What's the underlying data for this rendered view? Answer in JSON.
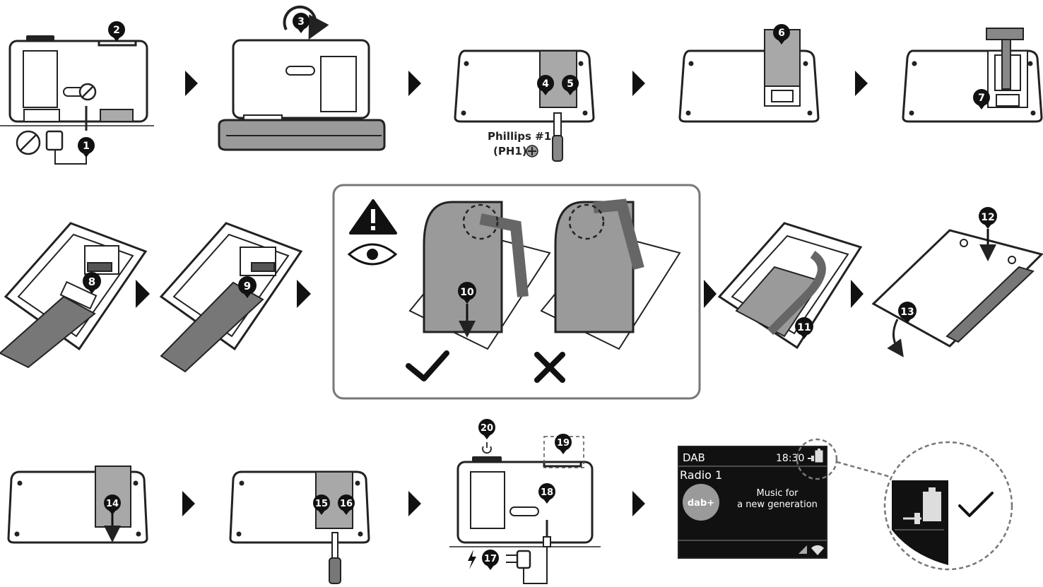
{
  "tool": {
    "name": "Phillips #1",
    "code": "(PH1)"
  },
  "steps": [
    "1",
    "2",
    "3",
    "4",
    "5",
    "6",
    "7",
    "8",
    "9",
    "10",
    "11",
    "12",
    "13",
    "14",
    "15",
    "16",
    "17",
    "18",
    "19",
    "20"
  ],
  "screen": {
    "source": "DAB",
    "time": "18:30",
    "station": "Radio 1",
    "text_line1": "Music for",
    "text_line2": "a new generation",
    "logo": "dab+"
  },
  "icons": {
    "warning": "warning-icon",
    "eye": "eye-icon",
    "check": "check-icon",
    "cross": "cross-icon",
    "power": "power-icon",
    "lightning": "lightning-icon",
    "battery": "battery-icon",
    "plug": "plug-icon"
  },
  "colors": {
    "ink": "#222222",
    "grey": "#9a9a9a",
    "dark_grey": "#555555",
    "screen": "#111111"
  }
}
